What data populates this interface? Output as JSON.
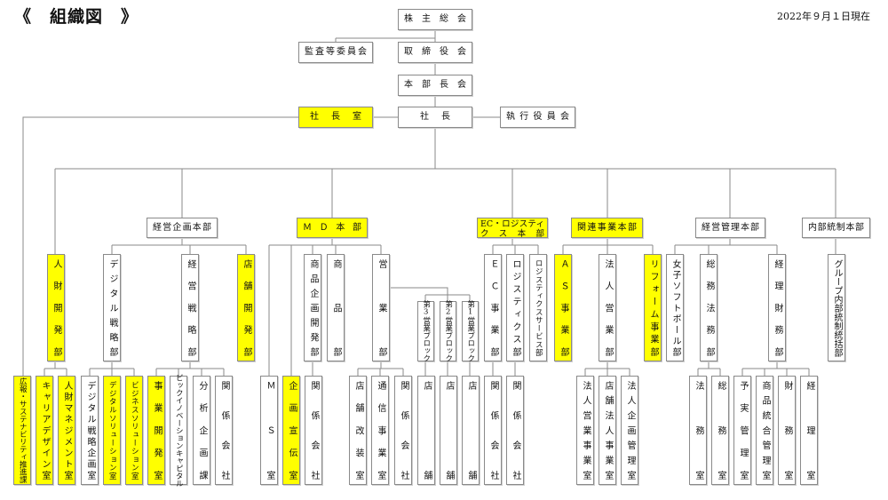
{
  "title": "《　組織図　》",
  "date": "2022年９月１日現在",
  "nodes": {
    "kabunushi": {
      "label": "株主総会",
      "highlight": false
    },
    "kansa": {
      "label": "監査等委員会",
      "highlight": false
    },
    "torishimari": {
      "label": "取締役会",
      "highlight": false
    },
    "honbucho": {
      "label": "本部長会",
      "highlight": false
    },
    "shachoshitsu": {
      "label": "社長室",
      "highlight": true
    },
    "shacho": {
      "label": "社長",
      "highlight": false
    },
    "shikko": {
      "label": "執行役員会",
      "highlight": false
    },
    "keiei_kikaku_hq": {
      "label": "経営企画本部",
      "highlight": false
    },
    "md_hq": {
      "label": "ＭＤ本部",
      "highlight": true
    },
    "ec_hq": {
      "label": "EC・ロジスティクス本部",
      "highlight": true
    },
    "kanren_hq": {
      "label": "関連事業本部",
      "highlight": true
    },
    "keiei_kanri_hq": {
      "label": "経営管理本部",
      "highlight": false
    },
    "naibu_hq": {
      "label": "内部統制本部",
      "highlight": false
    },
    "jinzai_kaihatsu": {
      "label": "人財開発部",
      "highlight": true
    },
    "digital_senryaku": {
      "label": "デジタル戦略部",
      "highlight": false
    },
    "keiei_senryaku": {
      "label": "経営戦略部",
      "highlight": false
    },
    "tenpo_kaihatsu": {
      "label": "店舗開発部",
      "highlight": true
    },
    "shohin_kikaku": {
      "label": "商品企画開発部",
      "highlight": false
    },
    "shohin": {
      "label": "商品部",
      "highlight": false
    },
    "eigyo": {
      "label": "営業部",
      "highlight": false
    },
    "block3": {
      "label": "第3営業ブロック",
      "highlight": false
    },
    "block2": {
      "label": "第2営業ブロック",
      "highlight": false
    },
    "block1": {
      "label": "第1営業ブロック",
      "highlight": false
    },
    "ec_jigyo": {
      "label": "ＥＣ事業部",
      "highlight": false
    },
    "logistics": {
      "label": "ロジスティクス部",
      "highlight": false
    },
    "logistics_service": {
      "label": "ロジスティクスサービス部",
      "highlight": false
    },
    "as_jigyo": {
      "label": "ＡＳ事業部",
      "highlight": true
    },
    "hojin_eigyo": {
      "label": "法人営業部",
      "highlight": false
    },
    "reform": {
      "label": "リフォーム事業部",
      "highlight": true
    },
    "softball": {
      "label": "女子ソフトボール部",
      "highlight": false
    },
    "somu_homu": {
      "label": "総務法務部",
      "highlight": false
    },
    "keiri_zaimu": {
      "label": "経理財務部",
      "highlight": false
    },
    "group_naibu": {
      "label": "グループ内部統制統括部",
      "highlight": false
    },
    "koho": {
      "label": "広報・サステナビリティ推進課",
      "highlight": true
    },
    "career": {
      "label": "キャリアデザイン室",
      "highlight": true
    },
    "jinzai_mgmt": {
      "label": "人財マネジメント室",
      "highlight": true
    },
    "digital_kikaku": {
      "label": "デジタル戦略企画室",
      "highlight": false
    },
    "digital_solution": {
      "label": "デジタルソリューション室",
      "highlight": true
    },
    "business_solution": {
      "label": "ビジネスソリューション室",
      "highlight": true
    },
    "jigyo_kaihatsu": {
      "label": "事業開発室",
      "highlight": true
    },
    "big_innovation": {
      "label": "ビックイノベーションキャピタル",
      "highlight": false
    },
    "bunseki": {
      "label": "分析企画課",
      "highlight": false
    },
    "kankei1": {
      "label": "関係会社",
      "highlight": false
    },
    "ms": {
      "label": "ＭＳ室",
      "highlight": false
    },
    "kikaku_senden": {
      "label": "企画宣伝室",
      "highlight": true
    },
    "kankei2": {
      "label": "関係会社",
      "highlight": false
    },
    "tenpo_kaiso": {
      "label": "店舗改装室",
      "highlight": false
    },
    "tsushin": {
      "label": "通信事業室",
      "highlight": false
    },
    "kankei3": {
      "label": "関係会社",
      "highlight": false
    },
    "tenpo3": {
      "label": "店舗",
      "highlight": false
    },
    "tenpo2": {
      "label": "店舗",
      "highlight": false
    },
    "tenpo1": {
      "label": "店舗",
      "highlight": false
    },
    "kankei4": {
      "label": "関係会社",
      "highlight": false
    },
    "kankei5": {
      "label": "関係会社",
      "highlight": false
    },
    "hojin_eigyo_jigyo": {
      "label": "法人営業事業室",
      "highlight": false
    },
    "tenpo_hojin": {
      "label": "店舗法人事業室",
      "highlight": false
    },
    "hojin_kikaku": {
      "label": "法人企画管理室",
      "highlight": false
    },
    "homu": {
      "label": "法務室",
      "highlight": false
    },
    "somu": {
      "label": "総務室",
      "highlight": false
    },
    "yojitsu": {
      "label": "予実管理室",
      "highlight": false
    },
    "shohin_togo": {
      "label": "商品統合管理室",
      "highlight": false
    },
    "zaimu": {
      "label": "財務室",
      "highlight": false
    },
    "keiri": {
      "label": "経理室",
      "highlight": false
    }
  },
  "colors": {
    "highlight": "#ffff00",
    "border": "#8a8a8a",
    "line": "#8a8a8a"
  }
}
